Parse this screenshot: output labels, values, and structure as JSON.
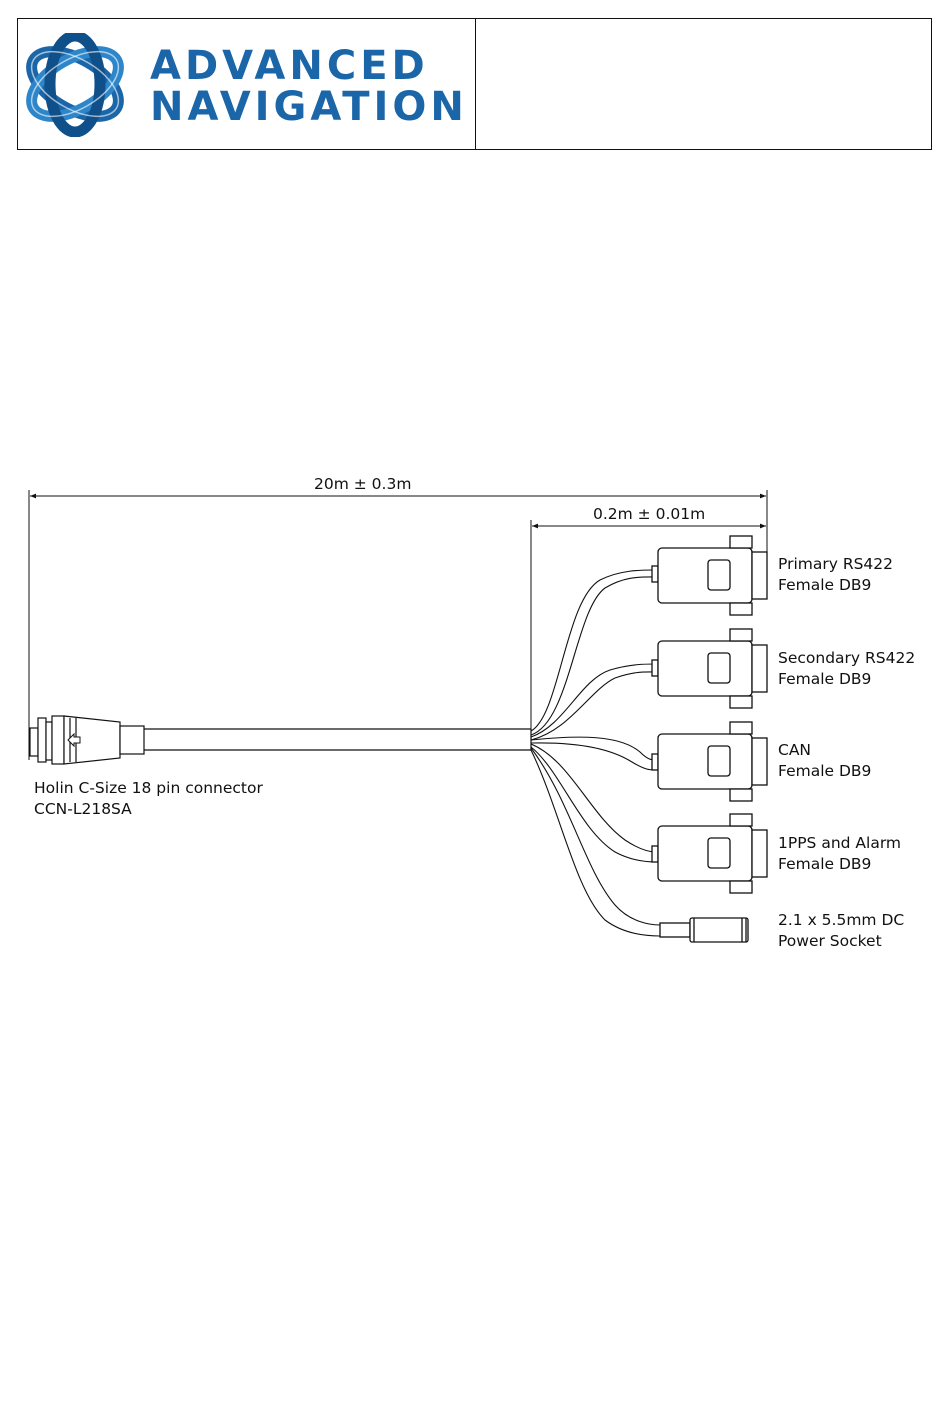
{
  "brand": {
    "line1": "ADVANCED",
    "line2": "NAVIGATION",
    "color": "#1a66a8"
  },
  "dimensions": {
    "total_length": "20m ± 0.3m",
    "breakout_length": "0.2m ± 0.01m"
  },
  "main_connector": {
    "line1": "Holin C-Size 18 pin connector",
    "line2": "CCN-L218SA"
  },
  "connectors": [
    {
      "line1": "Primary RS422",
      "line2": "Female DB9"
    },
    {
      "line1": "Secondary RS422",
      "line2": "Female DB9"
    },
    {
      "line1": "CAN",
      "line2": "Female DB9"
    },
    {
      "line1": "1PPS and Alarm",
      "line2": "Female DB9"
    },
    {
      "line1": "2.1 x 5.5mm DC",
      "line2": "Power Socket"
    }
  ]
}
